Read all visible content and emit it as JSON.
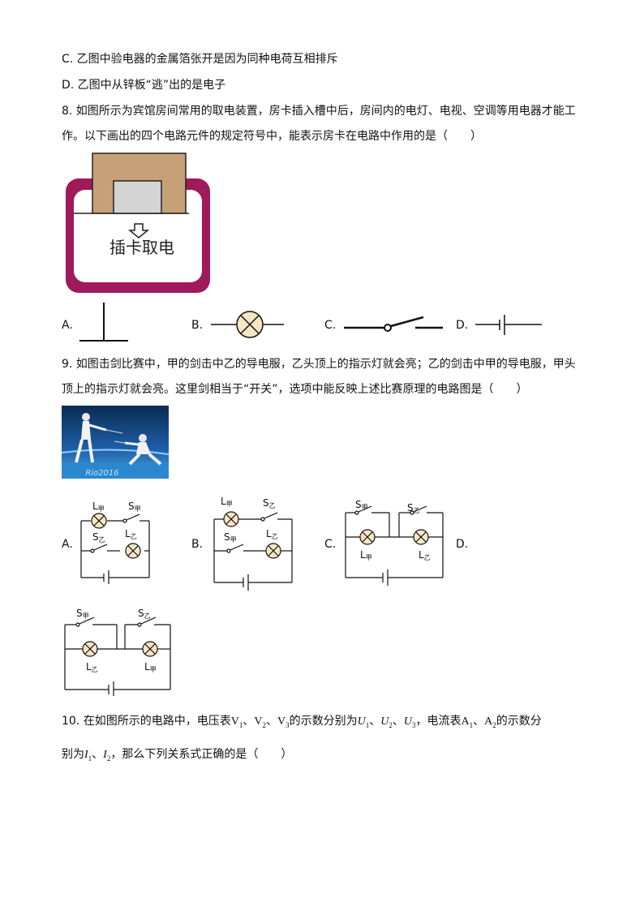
{
  "lines": {
    "c7": "C. 乙图中验电器的金属箔张开是因为同种电荷互相排斥",
    "d7": "D. 乙图中从锌板“逃”出的是电子",
    "q8a": "8. 如图所示为宾馆房间常用的取电装置，房卡插入槽中后，房间内的电灯、电视、空调等用电器才能工",
    "q8b": "作。以下画出的四个电路元件的规定符号中，能表示房卡在电路中作用的是（　　）",
    "q9a": "9. 如图击剑比赛中，甲的剑击中乙的导电服，乙头顶上的指示灯就会亮；乙的剑击中甲的导电服，甲头",
    "q9b": "顶上的指示灯就会亮。这里剑相当于“开关”，选项中能反映上述比赛原理的电路图是（　　）",
    "q10a_pre": "10. 在如图所示的电路中，电压表",
    "q10a_mid1": "的示数分别为",
    "q10a_mid2": "，电流表",
    "q10a_post": "的示数分",
    "q10b_pre": "别为",
    "q10b_post": "，那么下列关系式正确的是（　　）"
  },
  "q10_symbols": {
    "V1": "V",
    "V1_sub": "1",
    "V2": "V",
    "V2_sub": "2",
    "V3": "V",
    "V3_sub": "3",
    "U1": "U",
    "U1_sub": "1",
    "U2": "U",
    "U2_sub": "2",
    "U3": "U",
    "U3_sub": "3",
    "A1": "A",
    "A1_sub": "1",
    "A2": "A",
    "A2_sub": "2",
    "I1": "I",
    "I1_sub": "1",
    "I2": "I",
    "I2_sub": "2",
    "sep": "、"
  },
  "card_device": {
    "text": "插卡取电"
  },
  "q8_options": {
    "a": "A.",
    "b": "B.",
    "c": "C.",
    "d": "D."
  },
  "q9_options": {
    "a": "A.",
    "b": "B.",
    "c": "C.",
    "d": "D."
  },
  "photo": {
    "logo_text": "Rio2016"
  },
  "circuit_labels": {
    "L": "L",
    "S": "S",
    "jia": "甲",
    "yi": "乙"
  },
  "colors": {
    "card_frame": "#a0195a",
    "card_body": "#c6a077",
    "card_slot": "#d4d4d4",
    "lamp_fill": "#f7e6c6"
  }
}
